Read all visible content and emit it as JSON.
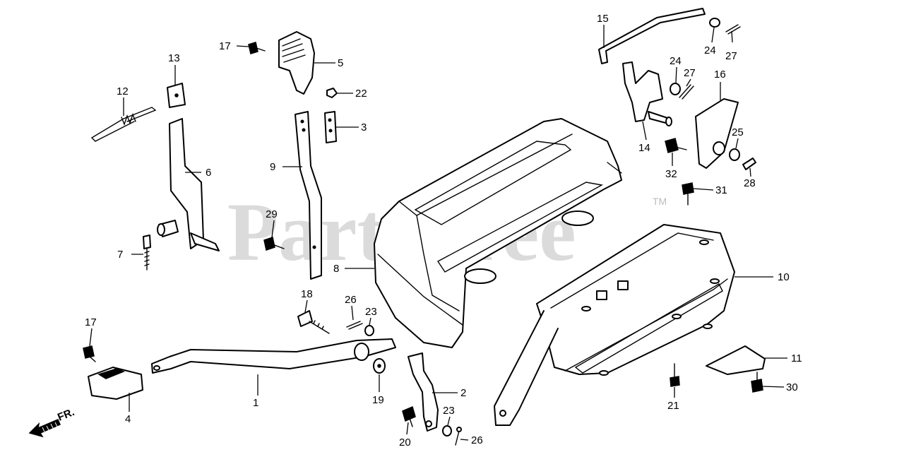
{
  "watermark": {
    "text": "PartsTree",
    "trademark": "TM"
  },
  "direction_label": "FR.",
  "callouts": {
    "c1": "1",
    "c2": "2",
    "c3": "3",
    "c4": "4",
    "c5": "5",
    "c6": "6",
    "c7": "7",
    "c8": "8",
    "c9": "9",
    "c10": "10",
    "c11": "11",
    "c12": "12",
    "c13": "13",
    "c14": "14",
    "c15": "15",
    "c16": "16",
    "c17a": "17",
    "c17b": "17",
    "c18": "18",
    "c19": "19",
    "c20": "20",
    "c21": "21",
    "c22": "22",
    "c23a": "23",
    "c23b": "23",
    "c24a": "24",
    "c24b": "24",
    "c25": "25",
    "c26a": "26",
    "c26b": "26",
    "c27a": "27",
    "c27b": "27",
    "c28": "28",
    "c29": "29",
    "c30": "30",
    "c31": "31",
    "c32": "32"
  }
}
